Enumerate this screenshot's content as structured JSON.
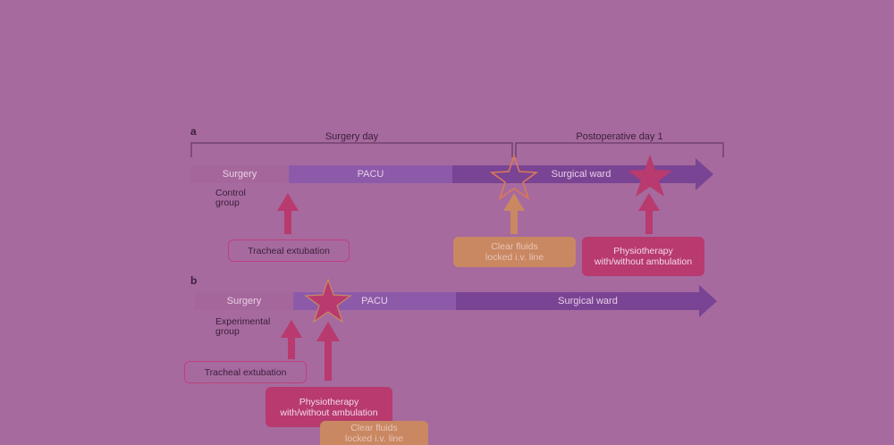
{
  "panels": {
    "a": {
      "letter": "a",
      "brace_left_label": "Surgery day",
      "brace_right_label": "Postoperative day 1",
      "segments": [
        "Surgery",
        "PACU",
        "Surgical ward"
      ],
      "group_label": [
        "Control",
        "group"
      ],
      "events": {
        "extubation": "Tracheal extubation",
        "fluids": [
          "Clear fluids",
          "locked i.v. line"
        ],
        "physio": [
          "Physiotherapy",
          "with/without ambulation"
        ]
      }
    },
    "b": {
      "letter": "b",
      "segments": [
        "Surgery",
        "PACU",
        "Surgical ward"
      ],
      "group_label": [
        "Experimental",
        "group"
      ],
      "events": {
        "extubation": "Tracheal extubation",
        "physio": [
          "Physiotherapy",
          "with/without ambulation"
        ],
        "fluids": [
          "Clear fluids",
          "locked i.v. line"
        ]
      }
    }
  },
  "colors": {
    "background": "#a66a9e",
    "surgery": "#a5679b",
    "pacu": "#8d5aaa",
    "ward": "#7a4494",
    "accent_pink": "#b83a6e",
    "accent_orange": "#c98862",
    "star_outline": "#d97a56"
  }
}
